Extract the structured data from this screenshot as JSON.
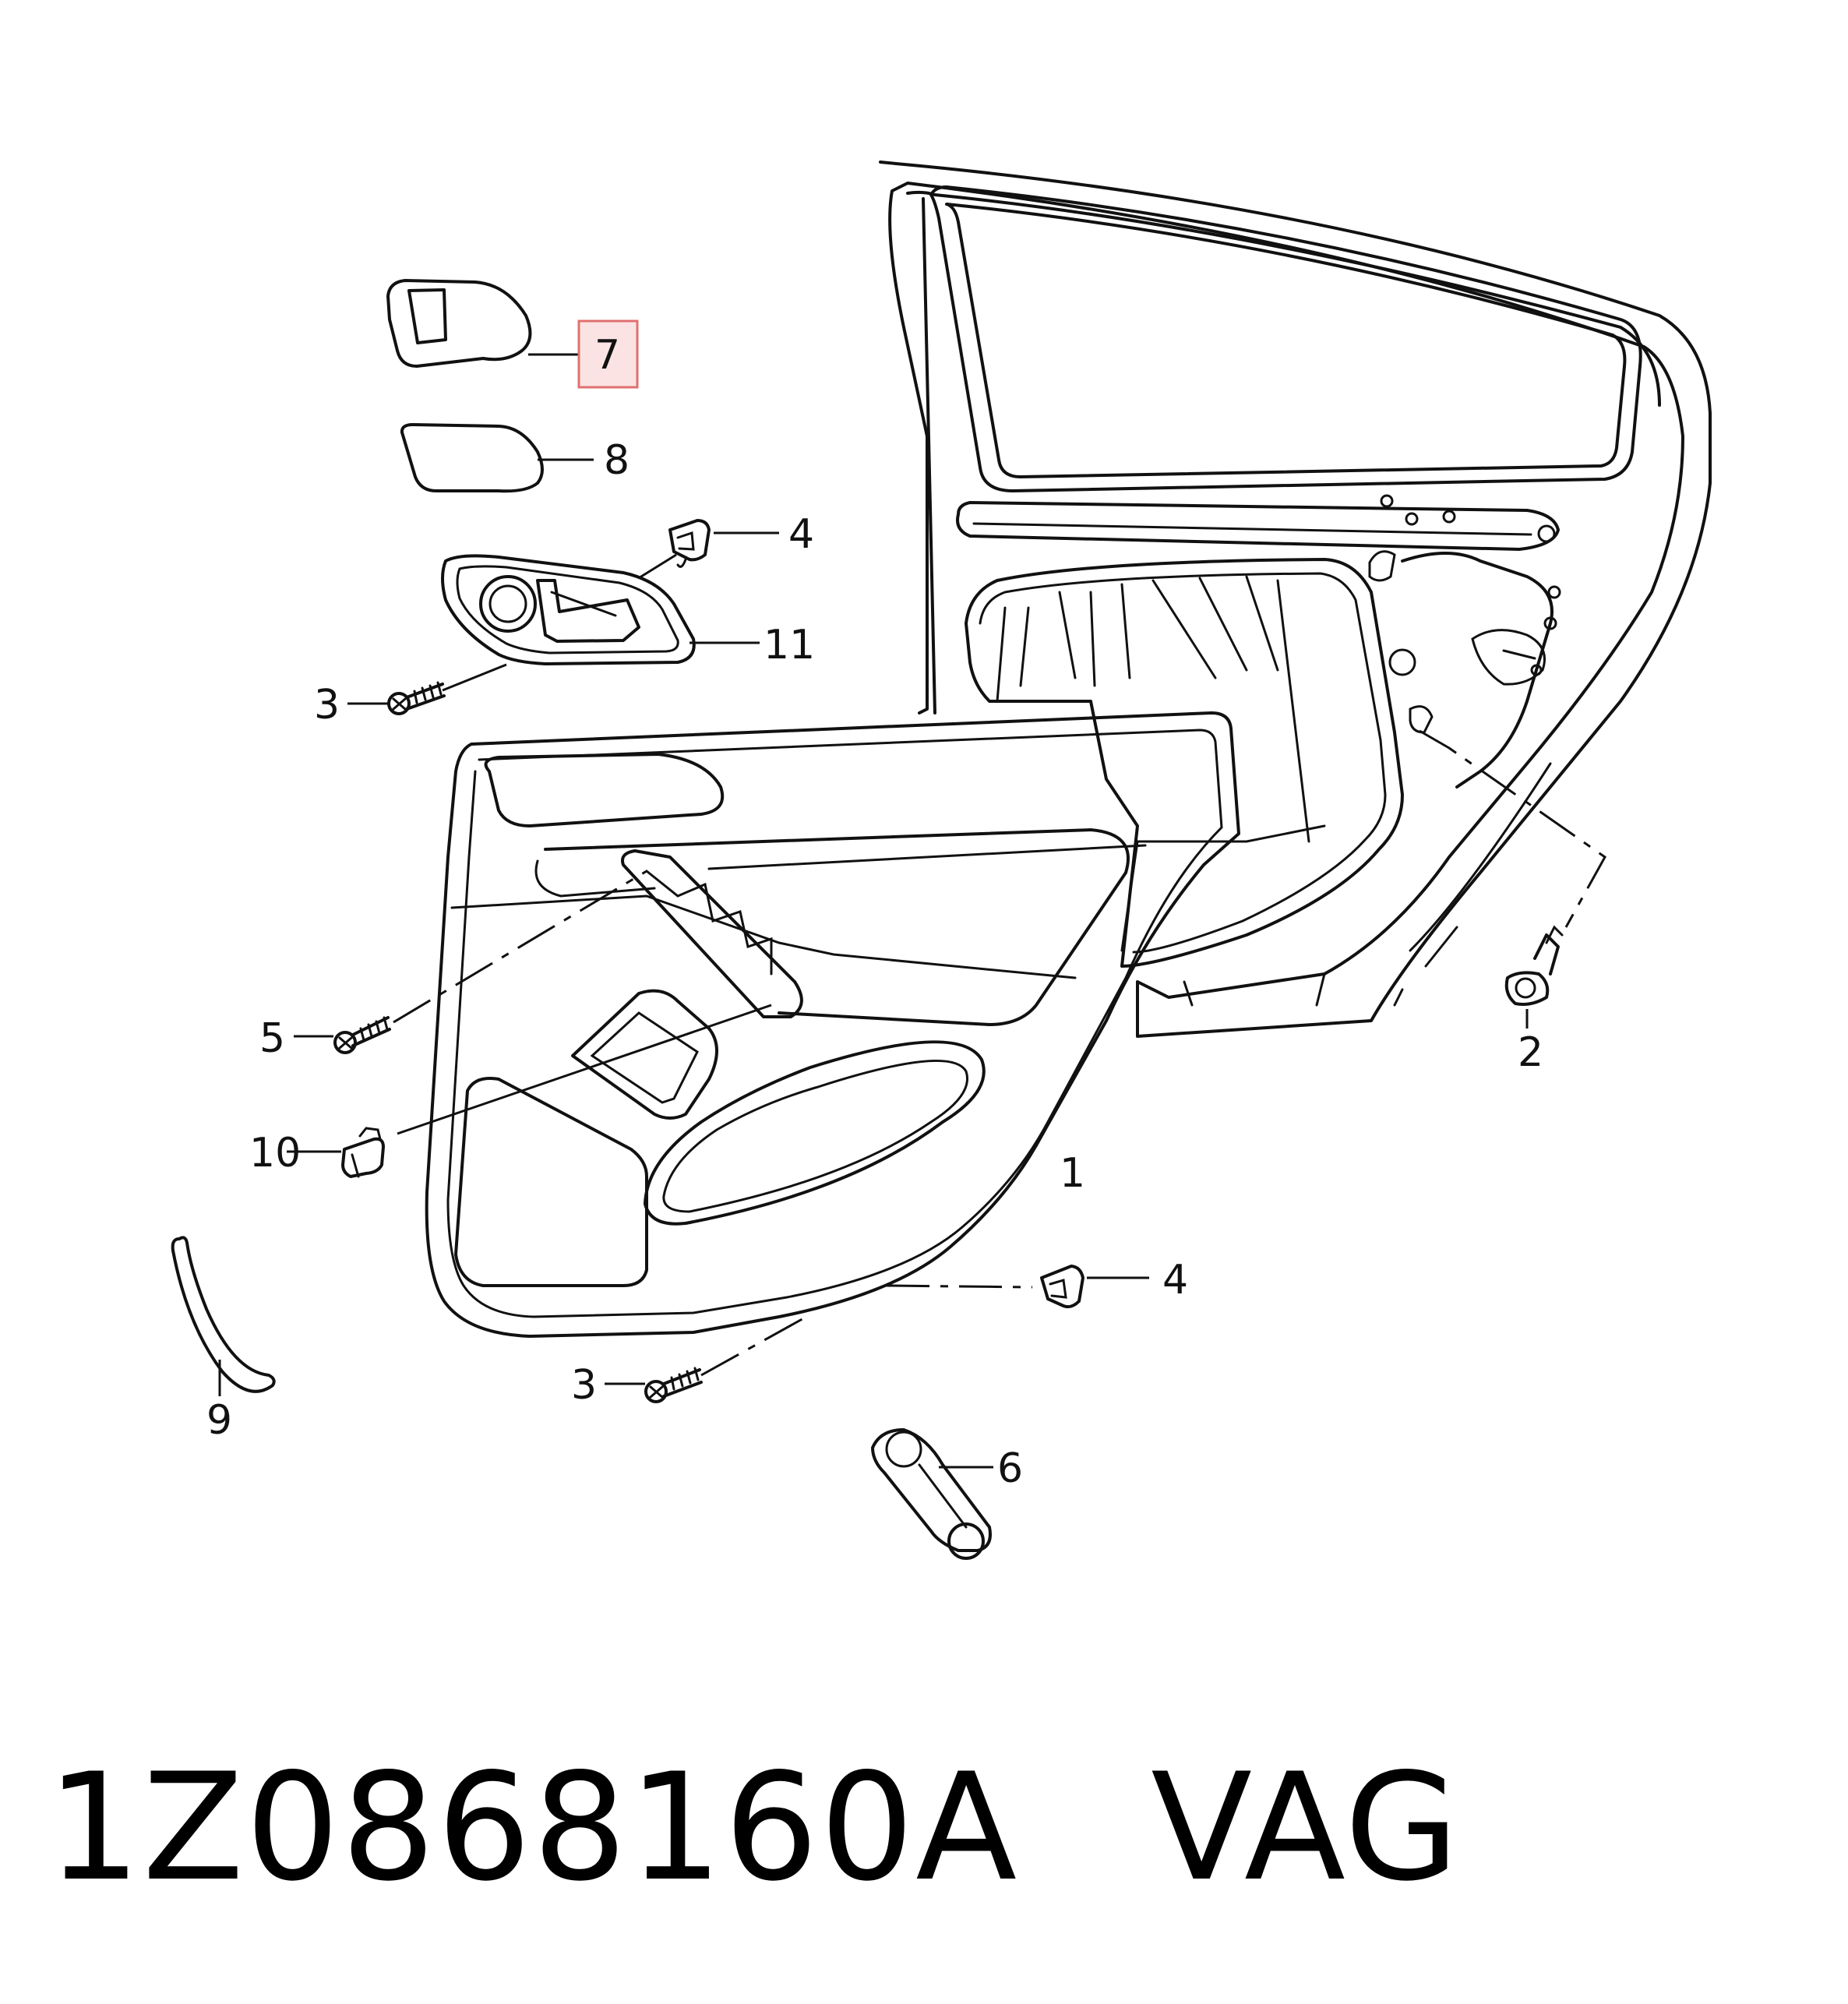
{
  "callouts": {
    "c1": "1",
    "c2": "2",
    "c3a": "3",
    "c3b": "3",
    "c4a": "4",
    "c4b": "4",
    "c5": "5",
    "c6": "6",
    "c7": "7",
    "c8": "8",
    "c9": "9",
    "c10": "10",
    "c11": "11"
  },
  "highlight": {
    "callout": "7",
    "color": "#e07070",
    "fill": "#fbe3e3"
  },
  "footer": {
    "part_number": "1Z0868160A",
    "brand": "VAG"
  }
}
